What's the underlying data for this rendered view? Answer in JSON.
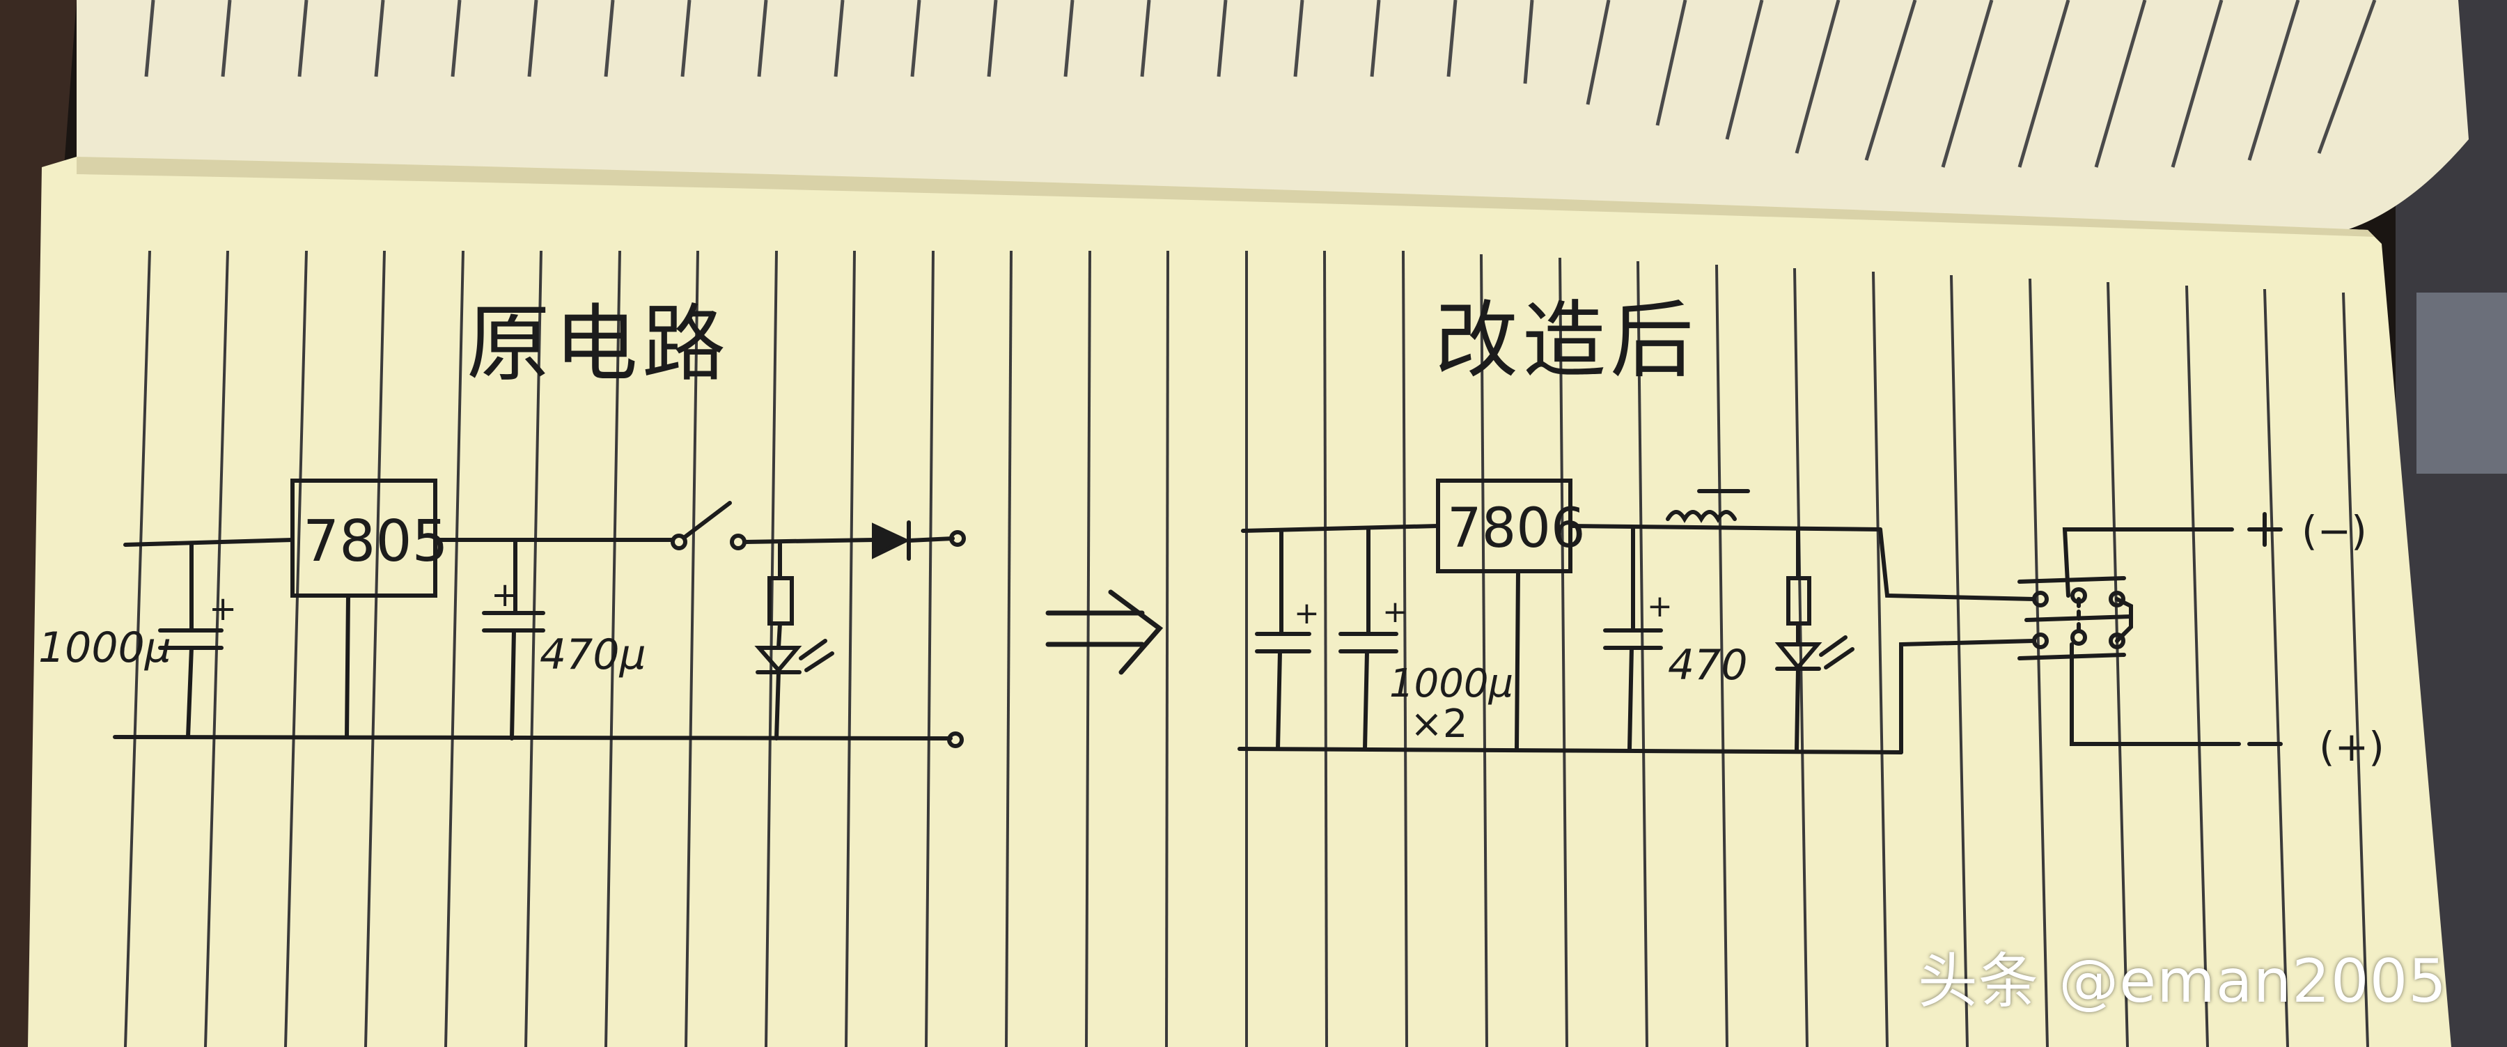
{
  "colors": {
    "paper": "#f3efc6",
    "ink": "#1c1c1c",
    "rule": "#3a3a3a",
    "background": "#1a1512"
  },
  "titles": {
    "original": "原电路",
    "modified": "改造后"
  },
  "original_circuit": {
    "regulator": "7805",
    "input_cap": "1000μ",
    "output_cap": "470μ",
    "plus": "+"
  },
  "modified_circuit": {
    "regulator": "7806",
    "input_caps": "1000μ",
    "input_caps_count": "×2",
    "output_cap": "470",
    "plus": "+",
    "out_pos_sign": "+",
    "out_pos_label": "(−)",
    "out_neg_sign": "−",
    "out_neg_label": "(+)"
  },
  "watermark": "头条 @eman2005",
  "icons": [
    "diode-icon",
    "led-icon",
    "resistor-icon",
    "capacitor-icon",
    "switch-icon",
    "inductor-icon",
    "dpdt-switch-icon",
    "arrow-icon"
  ]
}
